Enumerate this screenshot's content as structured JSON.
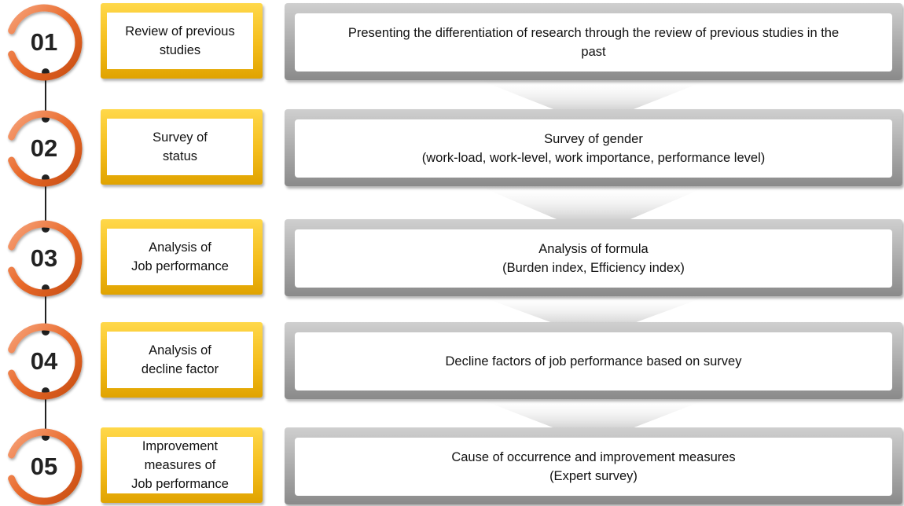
{
  "stages": [
    {
      "number": "01",
      "phase": "Review of previous\nstudies",
      "detail": "Presenting the differentiation of research through the review of previous studies in the\npast"
    },
    {
      "number": "02",
      "phase": "Survey of\nstatus",
      "detail": "Survey of gender\n(work-load, work-level, work importance, performance level)"
    },
    {
      "number": "03",
      "phase": "Analysis of\nJob performance",
      "detail": "Analysis of formula\n(Burden index, Efficiency index)"
    },
    {
      "number": "04",
      "phase": "Analysis of\ndecline factor",
      "detail": "Decline factors of job performance based on survey"
    },
    {
      "number": "05",
      "phase": "Improvement\nmeasures of\nJob performance",
      "detail": "Cause of occurrence and improvement measures\n(Expert survey)"
    }
  ],
  "colors": {
    "ring_orange": "#e8692a",
    "phase_yellow": "#f4bd1c",
    "detail_gray": "#a9a9a9",
    "connector": "#222222"
  }
}
